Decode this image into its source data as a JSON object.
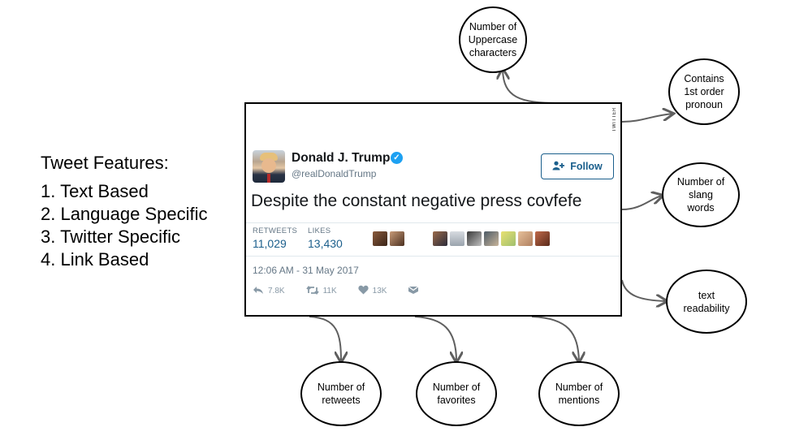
{
  "features": {
    "heading": "Tweet Features:",
    "items": [
      "1. Text Based",
      "2. Language Specific",
      "3. Twitter Specific",
      "4. Link Based"
    ]
  },
  "nodes": {
    "uppercase": "Number of\nUppercase\ncharacters",
    "pronoun": "Contains\n1st order\npronoun",
    "slang": "Number of\nslang\nwords",
    "readability": "text\nreadability",
    "retweets": "Number of\nretweets",
    "favorites": "Number of\nfavorites",
    "mentions": "Number of\nmentions"
  },
  "tweet": {
    "side_label": "TWITTER",
    "name": "Donald J. Trump",
    "verified_glyph": "✓",
    "handle": "@realDonaldTrump",
    "follow_label": "Follow",
    "text": "Despite the constant negative press covfefe",
    "retweets_label": "RETWEETS",
    "retweets_value": "11,029",
    "likes_label": "LIKES",
    "likes_value": "13,430",
    "date": "12:06 AM - 31 May 2017",
    "reply_count": "7.8K",
    "retweet_count": "11K",
    "like_count": "13K"
  },
  "icons": {
    "follow": "add-user-icon",
    "reply": "reply-icon",
    "retweet": "retweet-icon",
    "like": "heart-icon",
    "message": "envelope-icon",
    "verified": "verified-badge-icon"
  },
  "colors": {
    "link_blue": "#1b5f8c",
    "verified_blue": "#1da1f2",
    "muted_gray": "#657786",
    "arrow_gray": "#5f5f5f"
  }
}
